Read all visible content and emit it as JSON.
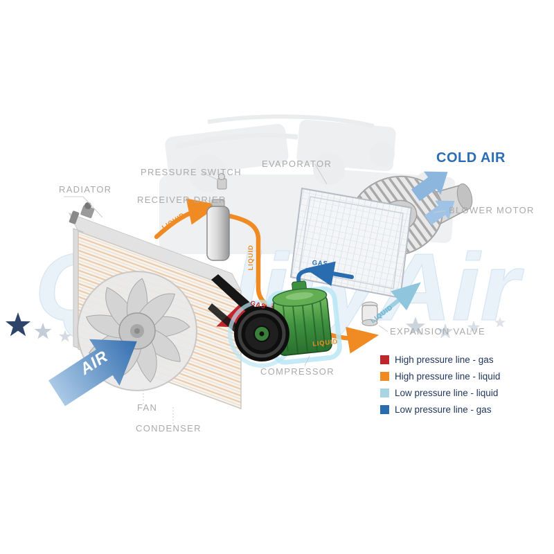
{
  "watermark": {
    "text": "QualityAir"
  },
  "labels": {
    "radiator": "RADIATOR",
    "pressure_switch": "PRESSURE SWITCH",
    "receiver_drier": "RECEIVER DRIER",
    "evaporator": "EVAPORATOR",
    "blower_motor": "BLOWER MOTOR",
    "expansion_valve": "EXPANSION VALVE",
    "compressor": "COMPRESSOR",
    "fan": "FAN",
    "condenser": "CONDENSER",
    "cold_air": "COLD AIR",
    "air": "AIR"
  },
  "pipe_labels": {
    "liquid_condenser_to_drier": "LIQUID",
    "liquid_vertical": "LIQUID",
    "liquid_to_valve": "LIQUID",
    "liquid_valve_to_evaporator": "LIQUID",
    "gas_compressor_to_condenser": "GAS",
    "gas_evaporator_to_compressor": "GAS"
  },
  "legend": {
    "items": [
      {
        "color": "#c0272d",
        "label": "High pressure line - gas"
      },
      {
        "color": "#ef8b22",
        "label": "High pressure line - liquid"
      },
      {
        "color": "#a8d4e4",
        "label": "Low pressure line - liquid"
      },
      {
        "color": "#2a6cb0",
        "label": "Low pressure line -  gas"
      }
    ]
  },
  "colors": {
    "high_pressure_gas": "#c0272d",
    "high_pressure_liquid": "#ef8b22",
    "low_pressure_liquid": "#a8d4e4",
    "low_pressure_gas": "#2a6cb0",
    "cold_air_text": "#2a6cb5",
    "component_label": "#aaaaaa",
    "legend_text": "#21365c"
  }
}
